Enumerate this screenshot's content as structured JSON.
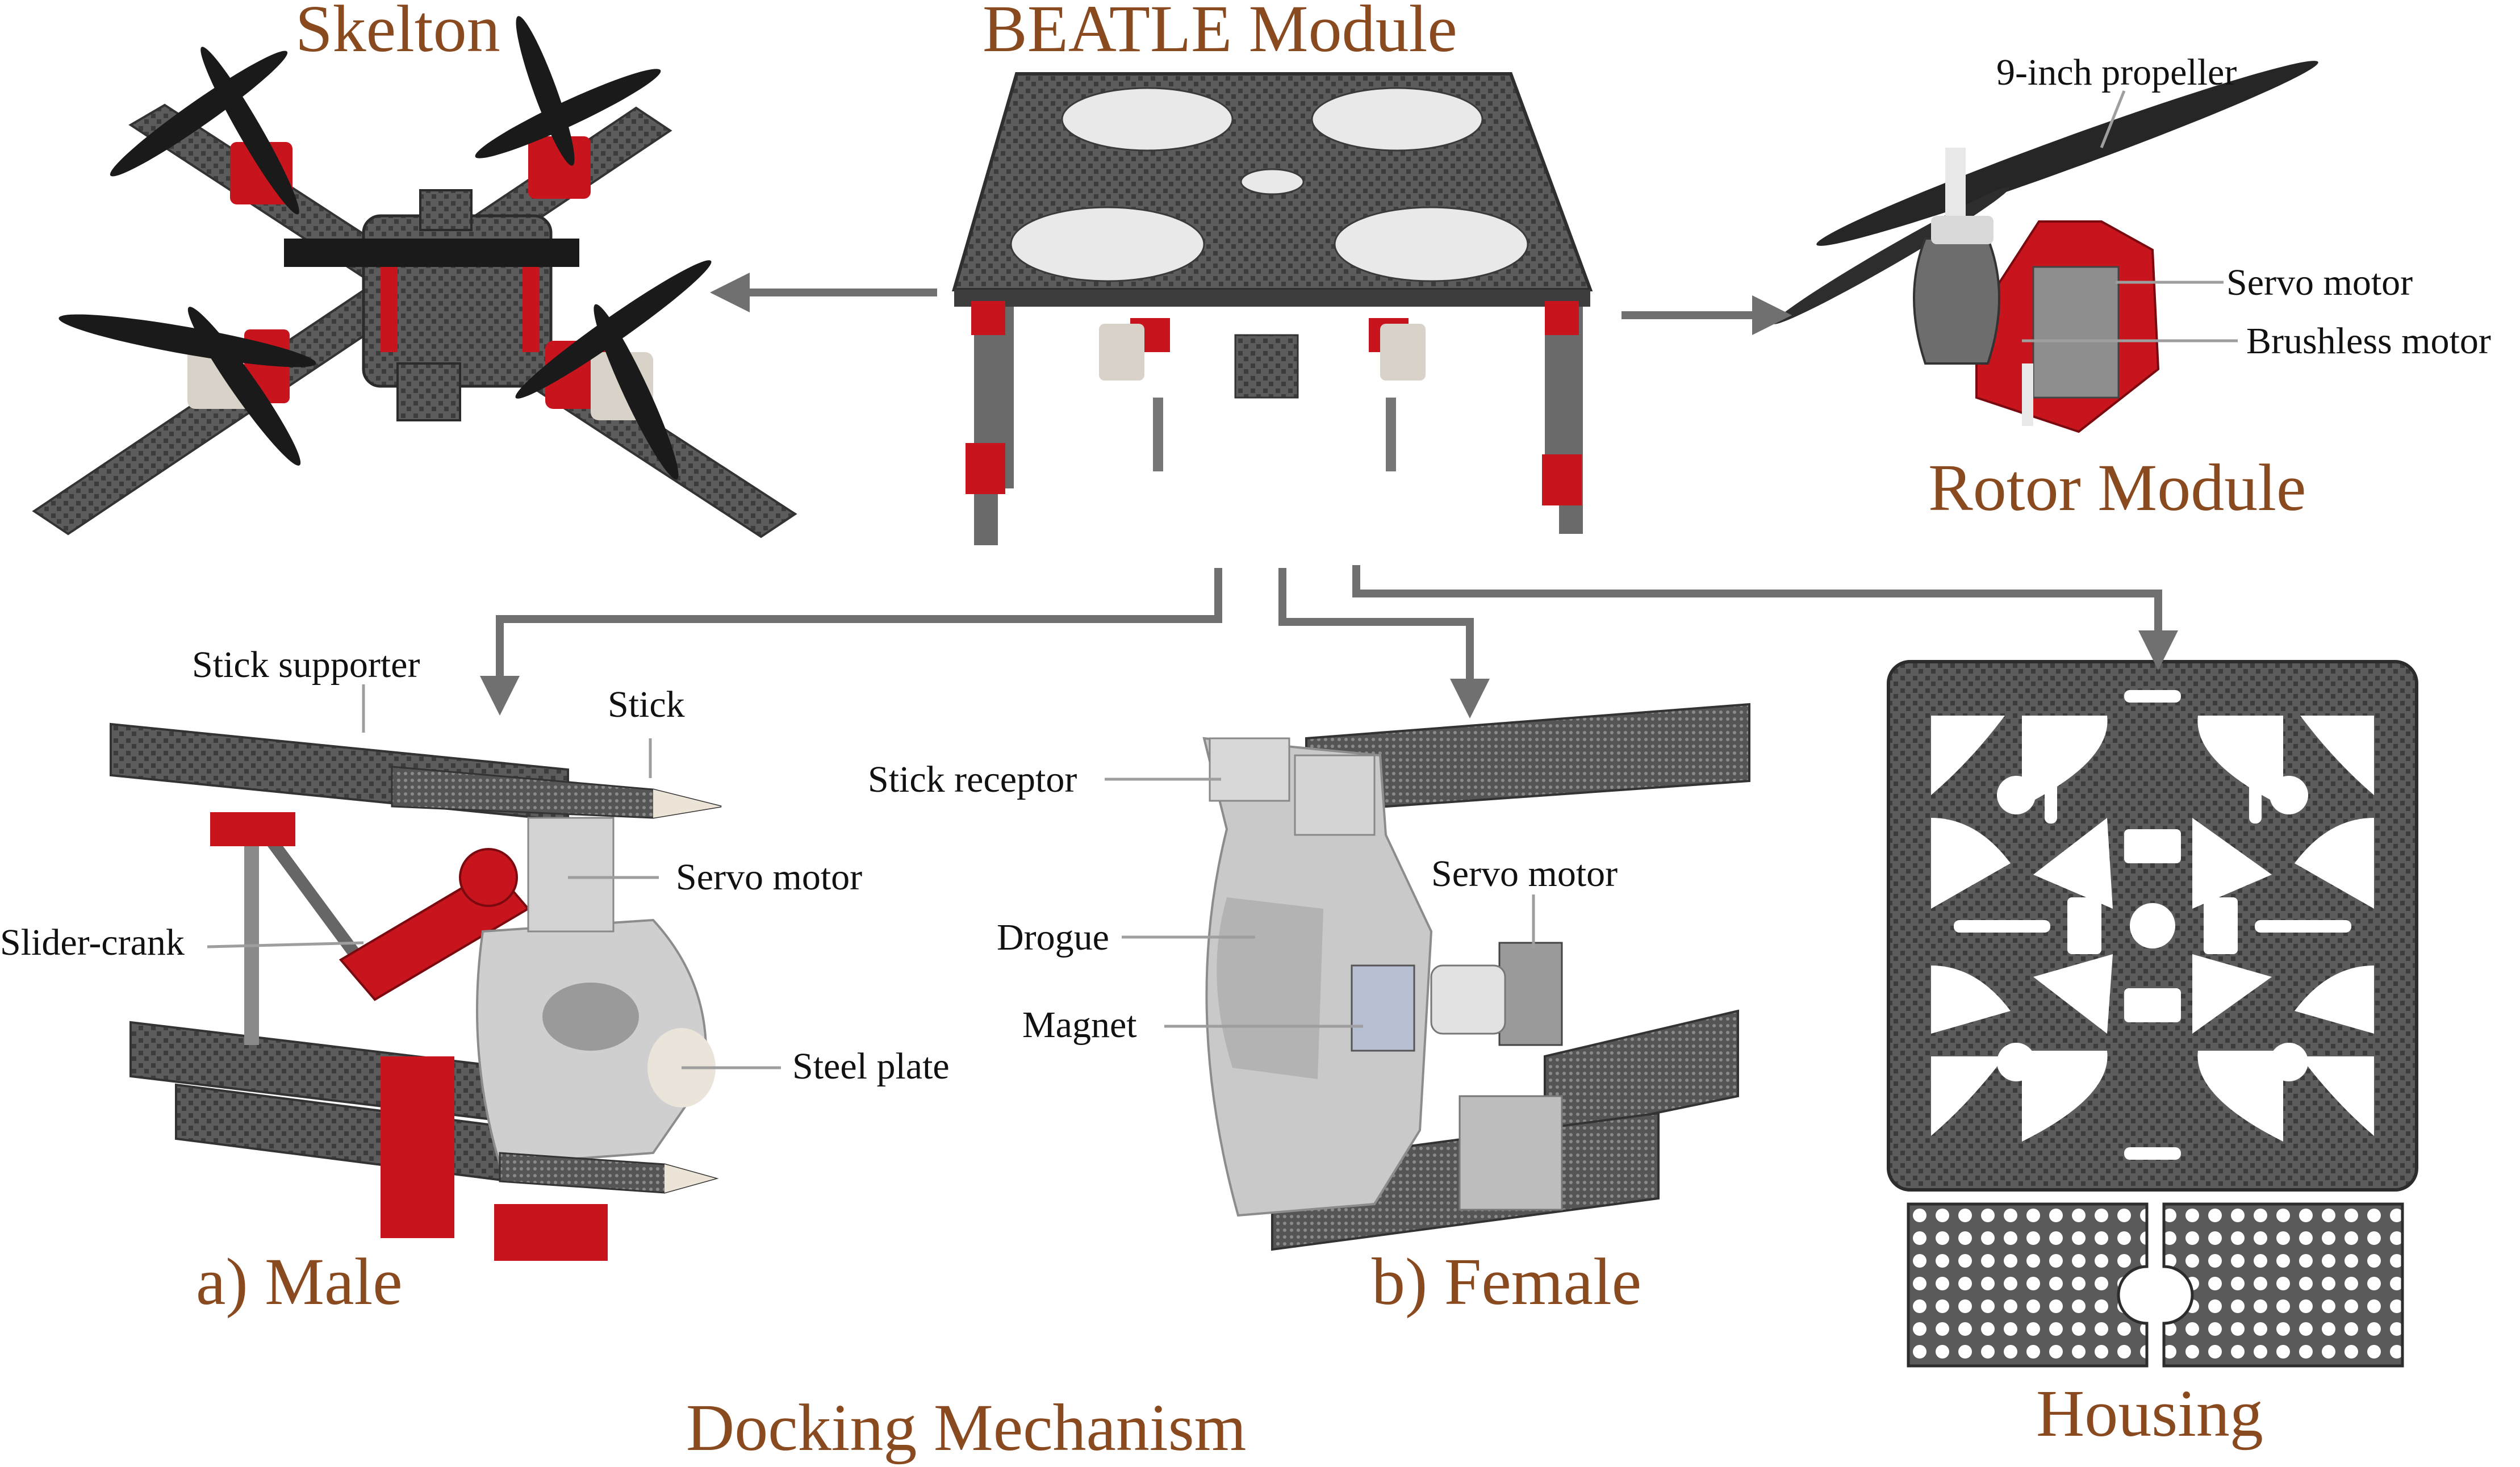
{
  "titles": {
    "skelton": "Skelton",
    "beatle_module": "BEATLE Module",
    "rotor_module": "Rotor Module",
    "male": "a) Male",
    "female": "b) Female",
    "docking_mechanism": "Docking Mechanism",
    "housing": "Housing"
  },
  "labels": {
    "propeller": "9-inch propeller",
    "rotor_servo": "Servo motor",
    "brushless": "Brushless motor",
    "stick_supporter": "Stick supporter",
    "stick": "Stick",
    "male_servo": "Servo motor",
    "slider_crank": "Slider-crank",
    "steel_plate": "Steel plate",
    "stick_receptor": "Stick receptor",
    "drogue": "Drogue",
    "magnet": "Magnet",
    "female_servo": "Servo motor"
  },
  "colors": {
    "title": "#8a4a1f",
    "carbon": "#5a5a5a",
    "carbon_dark": "#3a3a3a",
    "red_part": "#c8141c",
    "grey_part": "#cfcfcf",
    "arrow": "#707070"
  }
}
